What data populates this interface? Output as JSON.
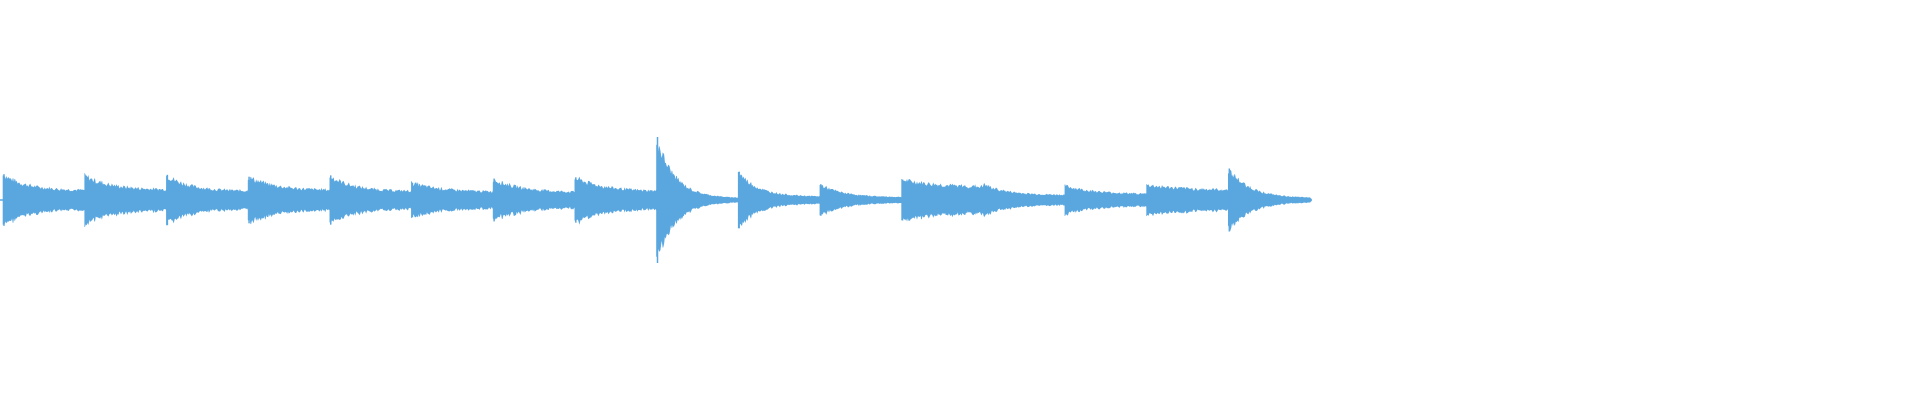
{
  "waveform": {
    "color": "#5aa7e0",
    "background": "#ffffff",
    "notes": [
      {
        "peak": 0.82,
        "sustain": 0.3,
        "decay": 0.7
      },
      {
        "peak": 0.78,
        "sustain": 0.32,
        "decay": 0.65
      },
      {
        "peak": 0.8,
        "sustain": 0.28,
        "decay": 0.72
      },
      {
        "peak": 0.74,
        "sustain": 0.3,
        "decay": 0.6
      },
      {
        "peak": 0.78,
        "sustain": 0.27,
        "decay": 0.7
      },
      {
        "peak": 0.55,
        "sustain": 0.25,
        "decay": 0.55
      },
      {
        "peak": 0.68,
        "sustain": 0.24,
        "decay": 0.62
      },
      {
        "peak": 0.72,
        "sustain": 0.26,
        "decay": 0.55
      },
      {
        "peak": 2.0,
        "sustain": 0.05,
        "decay": 0.9
      },
      {
        "peak": 0.9,
        "sustain": 0.1,
        "decay": 0.82
      },
      {
        "peak": 0.5,
        "sustain": 0.08,
        "decay": 0.72
      },
      {
        "peak": 0.65,
        "sustain": 0.4,
        "decay": 0.45
      },
      {
        "peak": 0.5,
        "sustain": 0.15,
        "decay": 0.7
      },
      {
        "peak": 0.45,
        "sustain": 0.18,
        "decay": 0.55
      },
      {
        "peak": 0.48,
        "sustain": 0.3,
        "decay": 0.4
      },
      {
        "peak": 1.0,
        "sustain": 0.05,
        "decay": 0.75
      }
    ]
  }
}
